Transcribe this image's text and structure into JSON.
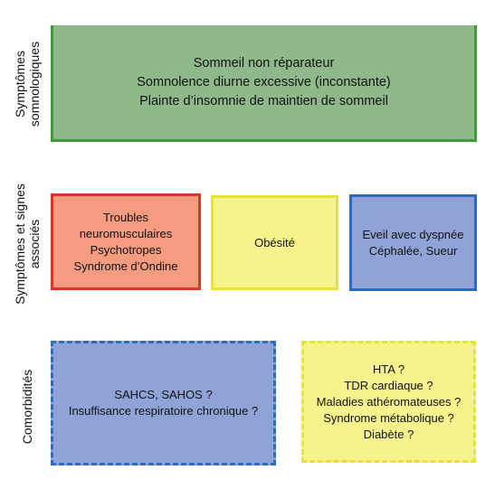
{
  "categories": {
    "somnologiques": {
      "label_lines": [
        "Symptômes",
        "somnologiques"
      ]
    },
    "associes": {
      "label_lines": [
        "Symptômes et signes",
        "associés"
      ]
    },
    "comorbidites": {
      "label_lines": [
        "Comorbidités"
      ]
    }
  },
  "boxes": {
    "somnologiques": {
      "lines": [
        "Sommeil non réparateur",
        "Somnolence diurne excessive (inconstante)",
        "Plainte d’insomnie de maintien de sommeil"
      ],
      "fill": "#8fb98a",
      "border": "#3f9a3a"
    },
    "troubles": {
      "lines": [
        "Troubles",
        "neuromusculaires",
        "Psychotropes",
        "Syndrome d’Ondine"
      ],
      "fill": "#f49b80",
      "border": "#e0322a"
    },
    "obesite": {
      "lines": [
        "Obésité"
      ],
      "fill": "#f6f28c",
      "border": "#e6e236"
    },
    "eveil": {
      "lines": [
        "Eveil avec dyspnée",
        "Céphalée, Sueur"
      ],
      "fill": "#8fa3d7",
      "border": "#2f6bbf"
    },
    "sahcs": {
      "lines": [
        "SAHCS, SAHOS ?",
        "Insuffisance respiratoire chronique ?"
      ],
      "fill": "#8fa3d7",
      "border": "#2f6bbf",
      "border_style": "dashed"
    },
    "hta": {
      "lines": [
        "HTA ?",
        "TDR cardiaque ?",
        "Maladies athéromateuses ?",
        "Syndrome métabolique ?",
        "Diabète ?"
      ],
      "fill": "#f6f28c",
      "border": "#e6e236",
      "border_style": "dashed"
    }
  }
}
